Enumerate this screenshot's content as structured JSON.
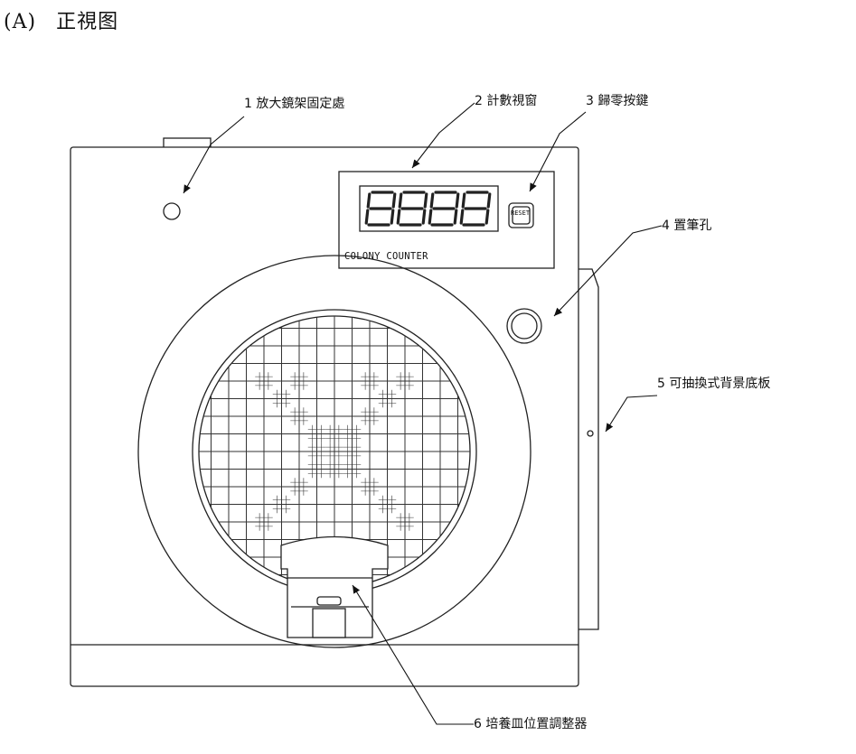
{
  "heading": {
    "index": "(A)",
    "title": "正視图"
  },
  "device": {
    "panel_text": "COLONY COUNTER",
    "reset_label": "RESET",
    "display_digits": "8888"
  },
  "callouts": [
    {
      "number": "1",
      "label": "放大鏡架固定處"
    },
    {
      "number": "2",
      "label": "計數視窗"
    },
    {
      "number": "3",
      "label": "歸零按鍵"
    },
    {
      "number": "4",
      "label": "置筆孔"
    },
    {
      "number": "5",
      "label": "可抽換式背景底板"
    },
    {
      "number": "6",
      "label": "培養皿位置調整器"
    }
  ]
}
